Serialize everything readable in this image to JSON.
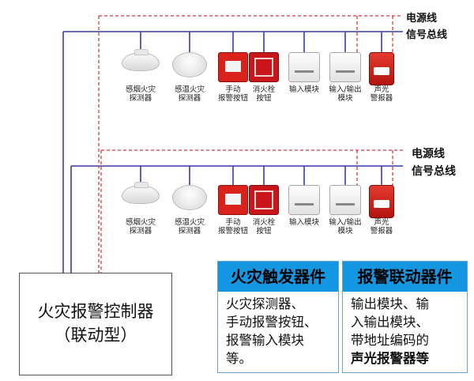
{
  "lines": {
    "power_line_top": "电源线",
    "signal_bus_top": "信号总线",
    "power_line_bottom": "电源线",
    "signal_bus_bottom": "信号总线"
  },
  "colors": {
    "signal_bus": "#3a3aa6",
    "power_line": "#d23b3b",
    "header_blue": "#1596e0"
  },
  "devices_top": [
    {
      "icon": "smoke-detector-icon",
      "caption": "感烟火灾\n探测器"
    },
    {
      "icon": "heat-detector-icon",
      "caption": "感温火灾\n探测器"
    },
    {
      "icon": "manual-alarm-button-icon",
      "caption": "手动\n报警按钮"
    },
    {
      "icon": "hydrant-button-icon",
      "caption": "消火栓\n按钮"
    },
    {
      "icon": "input-module-icon",
      "caption": "输入模块"
    },
    {
      "icon": "io-module-icon",
      "caption": "输入/输出\n模块"
    },
    {
      "icon": "sound-light-alarm-icon",
      "caption": "声光\n警报器"
    }
  ],
  "devices_bottom": [
    {
      "icon": "smoke-detector-icon",
      "caption": "感烟火灾\n探测器"
    },
    {
      "icon": "heat-detector-icon",
      "caption": "感温火灾\n探测器"
    },
    {
      "icon": "manual-alarm-button-icon",
      "caption": "手动\n报警按钮"
    },
    {
      "icon": "hydrant-button-icon",
      "caption": "消火栓\n按钮"
    },
    {
      "icon": "input-module-icon",
      "caption": "输入模块"
    },
    {
      "icon": "io-module-icon",
      "caption": "输入/输出\n模块"
    },
    {
      "icon": "sound-light-alarm-icon",
      "caption": "声光\n警报器"
    }
  ],
  "controller": {
    "line1": "火灾报警控制器",
    "line2": "（联动型）"
  },
  "trigger_box": {
    "title": "火灾触发器件",
    "lines": [
      "火灾探测器、",
      "手动报警按钮、",
      "报警输入模块",
      "等。"
    ]
  },
  "linkage_box": {
    "title": "报警联动器件",
    "lines": [
      "输出模块、输",
      "入输出模块、",
      "带地址编码的",
      "声光报警器等"
    ]
  }
}
